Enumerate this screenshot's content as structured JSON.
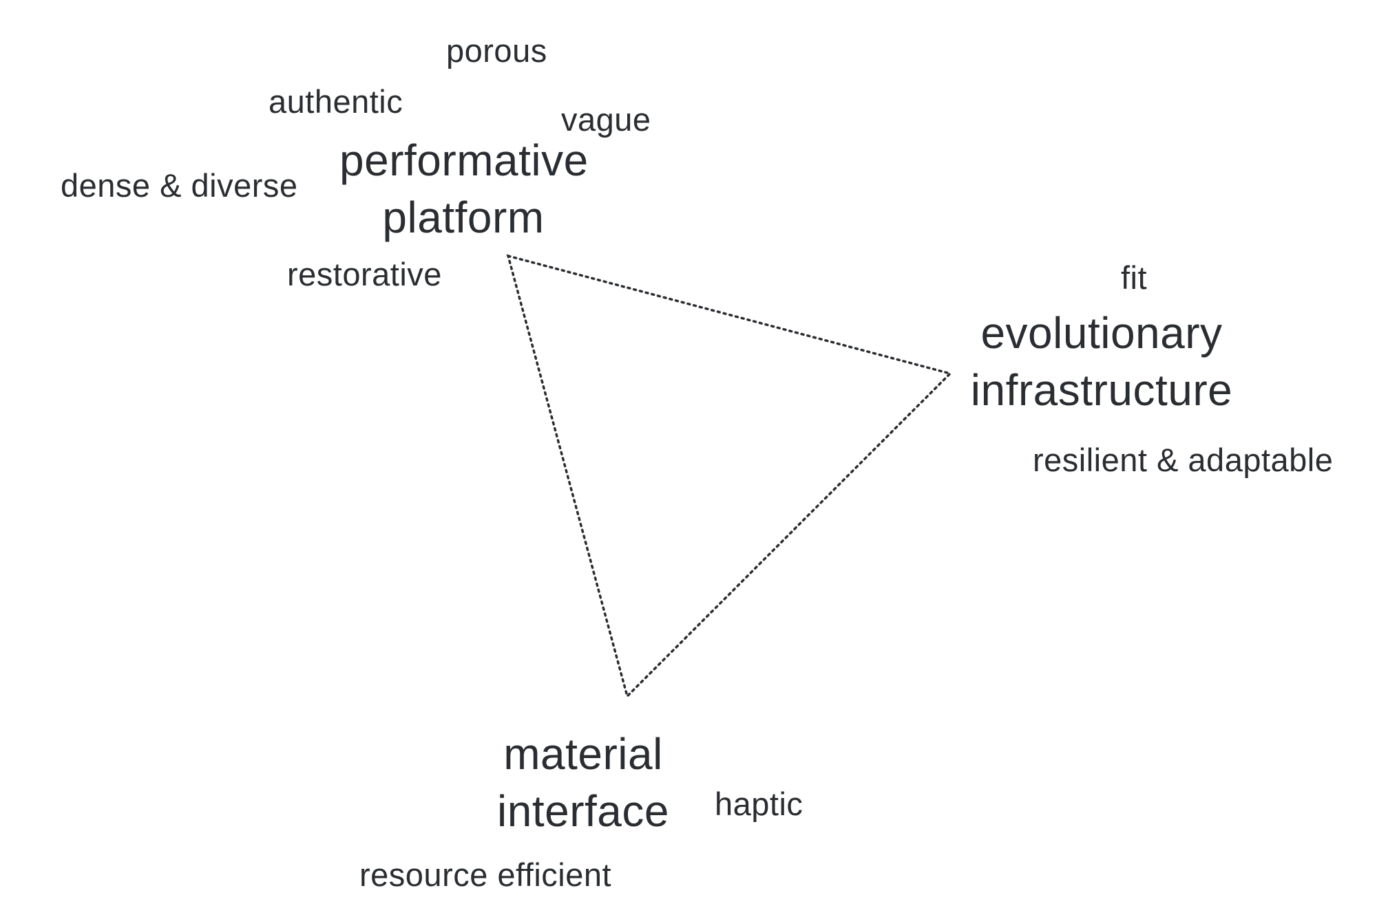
{
  "nodes": {
    "performative": {
      "line1": "performative",
      "line2": "platform"
    },
    "evolutionary": {
      "line1": "evolutionary",
      "line2": "infrastructure"
    },
    "material": {
      "line1": "material",
      "line2": "interface"
    }
  },
  "attributes": {
    "porous": "porous",
    "authentic": "authentic",
    "vague": "vague",
    "dense_diverse": "dense & diverse",
    "restorative": "restorative",
    "fit": "fit",
    "resilient_adaptable": "resilient & adaptable",
    "haptic": "haptic",
    "resource_efficient": "resource efficient"
  },
  "colors": {
    "text": "#2a2d31",
    "line": "#2a2d31",
    "background": "#ffffff"
  }
}
